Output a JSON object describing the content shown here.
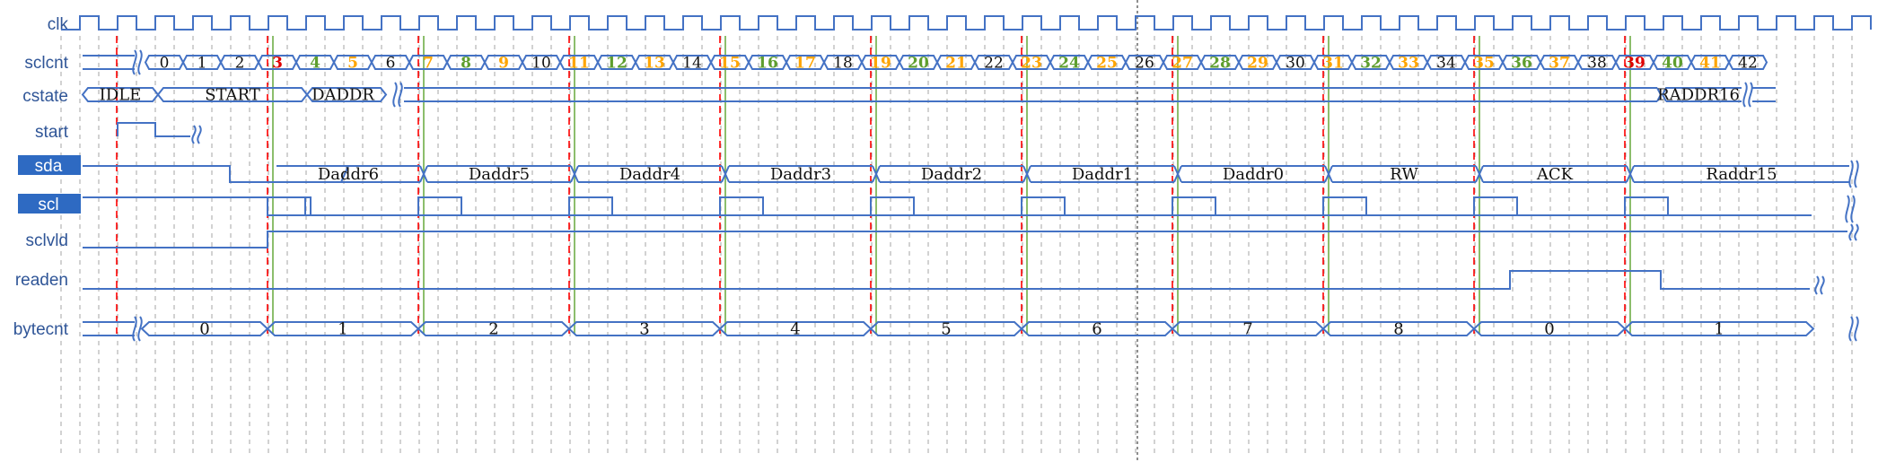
{
  "colors": {
    "wave": "#4472C4",
    "label": "#2F5597",
    "label_highlight_bg": "#2E6AC2",
    "red_marker": "#FF0000",
    "green_marker": "#70AD47",
    "gray_grid": "#A6A6A6",
    "cnt_black": "#111111",
    "cnt_orange": "#FFA500",
    "cnt_green": "#5E9E2E",
    "cnt_red": "#E00000"
  },
  "signals": [
    {
      "key": "clk",
      "label": "clk",
      "highlight": false
    },
    {
      "key": "sclcnt",
      "label": "sclcnt",
      "highlight": false
    },
    {
      "key": "cstate",
      "label": "cstate",
      "highlight": false
    },
    {
      "key": "start",
      "label": "start",
      "highlight": false
    },
    {
      "key": "sda",
      "label": "sda",
      "highlight": true
    },
    {
      "key": "scl",
      "label": "scl",
      "highlight": true
    },
    {
      "key": "sclvld",
      "label": "sclvld",
      "highlight": false
    },
    {
      "key": "readen",
      "label": "readen",
      "highlight": false
    },
    {
      "key": "bytecnt",
      "label": "bytecnt",
      "highlight": false
    }
  ],
  "sclcnt_values": [
    {
      "text": "0",
      "color": "black"
    },
    {
      "text": "1",
      "color": "black"
    },
    {
      "text": "2",
      "color": "black"
    },
    {
      "text": "3",
      "color": "red"
    },
    {
      "text": "4",
      "color": "green"
    },
    {
      "text": "5",
      "color": "orange"
    },
    {
      "text": "6",
      "color": "black"
    },
    {
      "text": "7",
      "color": "orange"
    },
    {
      "text": "8",
      "color": "green"
    },
    {
      "text": "9",
      "color": "orange"
    },
    {
      "text": "10",
      "color": "black"
    },
    {
      "text": "11",
      "color": "orange"
    },
    {
      "text": "12",
      "color": "green"
    },
    {
      "text": "13",
      "color": "orange"
    },
    {
      "text": "14",
      "color": "black"
    },
    {
      "text": "15",
      "color": "orange"
    },
    {
      "text": "16",
      "color": "green"
    },
    {
      "text": "17",
      "color": "orange"
    },
    {
      "text": "18",
      "color": "black"
    },
    {
      "text": "19",
      "color": "orange"
    },
    {
      "text": "20",
      "color": "green"
    },
    {
      "text": "21",
      "color": "orange"
    },
    {
      "text": "22",
      "color": "black"
    },
    {
      "text": "23",
      "color": "orange"
    },
    {
      "text": "24",
      "color": "green"
    },
    {
      "text": "25",
      "color": "orange"
    },
    {
      "text": "26",
      "color": "black"
    },
    {
      "text": "27",
      "color": "orange"
    },
    {
      "text": "28",
      "color": "green"
    },
    {
      "text": "29",
      "color": "orange"
    },
    {
      "text": "30",
      "color": "black"
    },
    {
      "text": "31",
      "color": "orange"
    },
    {
      "text": "32",
      "color": "green"
    },
    {
      "text": "33",
      "color": "orange"
    },
    {
      "text": "34",
      "color": "black"
    },
    {
      "text": "35",
      "color": "orange"
    },
    {
      "text": "36",
      "color": "green"
    },
    {
      "text": "37",
      "color": "orange"
    },
    {
      "text": "38",
      "color": "black"
    },
    {
      "text": "39",
      "color": "red"
    },
    {
      "text": "40",
      "color": "green"
    },
    {
      "text": "41",
      "color": "orange"
    },
    {
      "text": "42",
      "color": "black"
    }
  ],
  "cstate_values": [
    "IDLE",
    "START",
    "DADDR",
    "RADDR16"
  ],
  "sda_values": [
    {
      "text": "Daddr6",
      "color": "black"
    },
    {
      "text": "Daddr5",
      "color": "black"
    },
    {
      "text": "Daddr4",
      "color": "black"
    },
    {
      "text": "Daddr3",
      "color": "black"
    },
    {
      "text": "Daddr2",
      "color": "black"
    },
    {
      "text": "Daddr1",
      "color": "black"
    },
    {
      "text": "Daddr0",
      "color": "black"
    },
    {
      "text": "RW",
      "color": "black"
    },
    {
      "text": "ACK",
      "color": "red"
    },
    {
      "text": "Raddr15",
      "color": "black"
    }
  ],
  "bytecnt_values": [
    "0",
    "1",
    "2",
    "3",
    "4",
    "5",
    "6",
    "7",
    "8",
    "0",
    "1"
  ]
}
